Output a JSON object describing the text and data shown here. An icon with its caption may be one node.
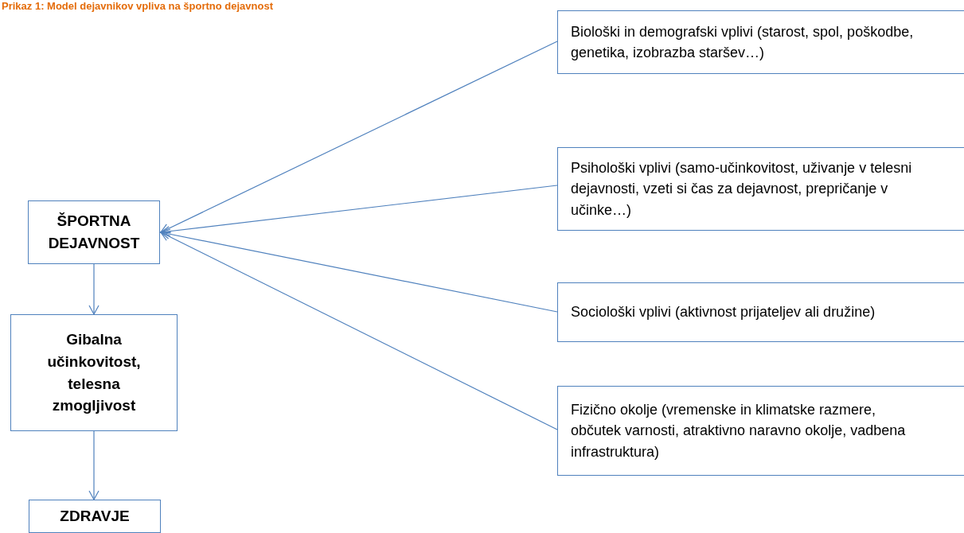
{
  "diagram": {
    "title": "Prikaz 1: Model dejavnikov vpliva na športno dejavnost",
    "nodes": [
      {
        "text": [
          "ŠPORTNA DEJAVNOST"
        ]
      },
      {
        "text": [
          "Gibalna učinkovitost, telesna zmogljivost"
        ]
      },
      {
        "text": [
          "ZDRAVJE"
        ]
      },
      {
        "text": [
          "Biološki in demografski vplivi (starost, spol, poškodbe, genetika, izobrazba staršev…)"
        ]
      },
      {
        "text": [
          "Psihološki vplivi (samo-učinkovitost, uživanje v telesni dejavnosti, vzeti si čas za dejavnost, prepričanje v učinke…)"
        ]
      },
      {
        "text": [
          "Sociološki vplivi (aktivnost prijateljev ali družine)"
        ]
      },
      {
        "text": [
          "Fizično okolje (vremenske in klimatske razmere, občutek varnosti, atraktivno naravno okolje, vadbena infrastruktura)"
        ]
      }
    ],
    "edges": [
      {
        "from": 0,
        "to": 1,
        "arrow": "to"
      },
      {
        "from": 1,
        "to": 2,
        "arrow": "to"
      },
      {
        "from": 3,
        "to": 0,
        "arrow": "to"
      },
      {
        "from": 4,
        "to": 0,
        "arrow": "to"
      },
      {
        "from": 5,
        "to": 0,
        "arrow": "to"
      },
      {
        "from": 6,
        "to": 0,
        "arrow": "to"
      }
    ]
  }
}
